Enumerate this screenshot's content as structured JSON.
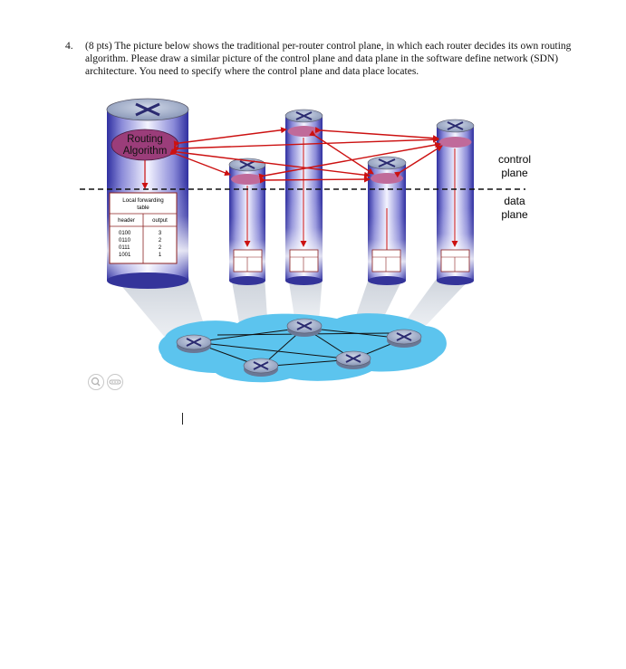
{
  "question": {
    "number": "4.",
    "text": "(8 pts) The picture below shows the traditional per-router control plane, in which each router decides its own routing algorithm. Please draw a similar picture of the control plane and data plane in the software define network (SDN) architecture. You need to specify where the control plane and data place locates."
  },
  "figure": {
    "routing_label_1": "Routing",
    "routing_label_2": "Algorithm",
    "control_label_1": "control",
    "control_label_2": "plane",
    "data_label_1": "data",
    "data_label_2": "plane",
    "table": {
      "title_1": "Local forwarding",
      "title_2": "table",
      "col_header": "header",
      "col_output": "output",
      "rows": [
        {
          "header": "0100",
          "output": "3"
        },
        {
          "header": "0110",
          "output": "2"
        },
        {
          "header": "0111",
          "output": "2"
        },
        {
          "header": "1001",
          "output": "1"
        }
      ]
    },
    "colors": {
      "arrow": "#cc1111",
      "cylinder_edge": "#3a3aa8",
      "cloud": "#5cc4ee",
      "routing_fill": "#9b3d7a"
    }
  },
  "icons": [
    "zoom-in-icon",
    "more-options-icon"
  ]
}
